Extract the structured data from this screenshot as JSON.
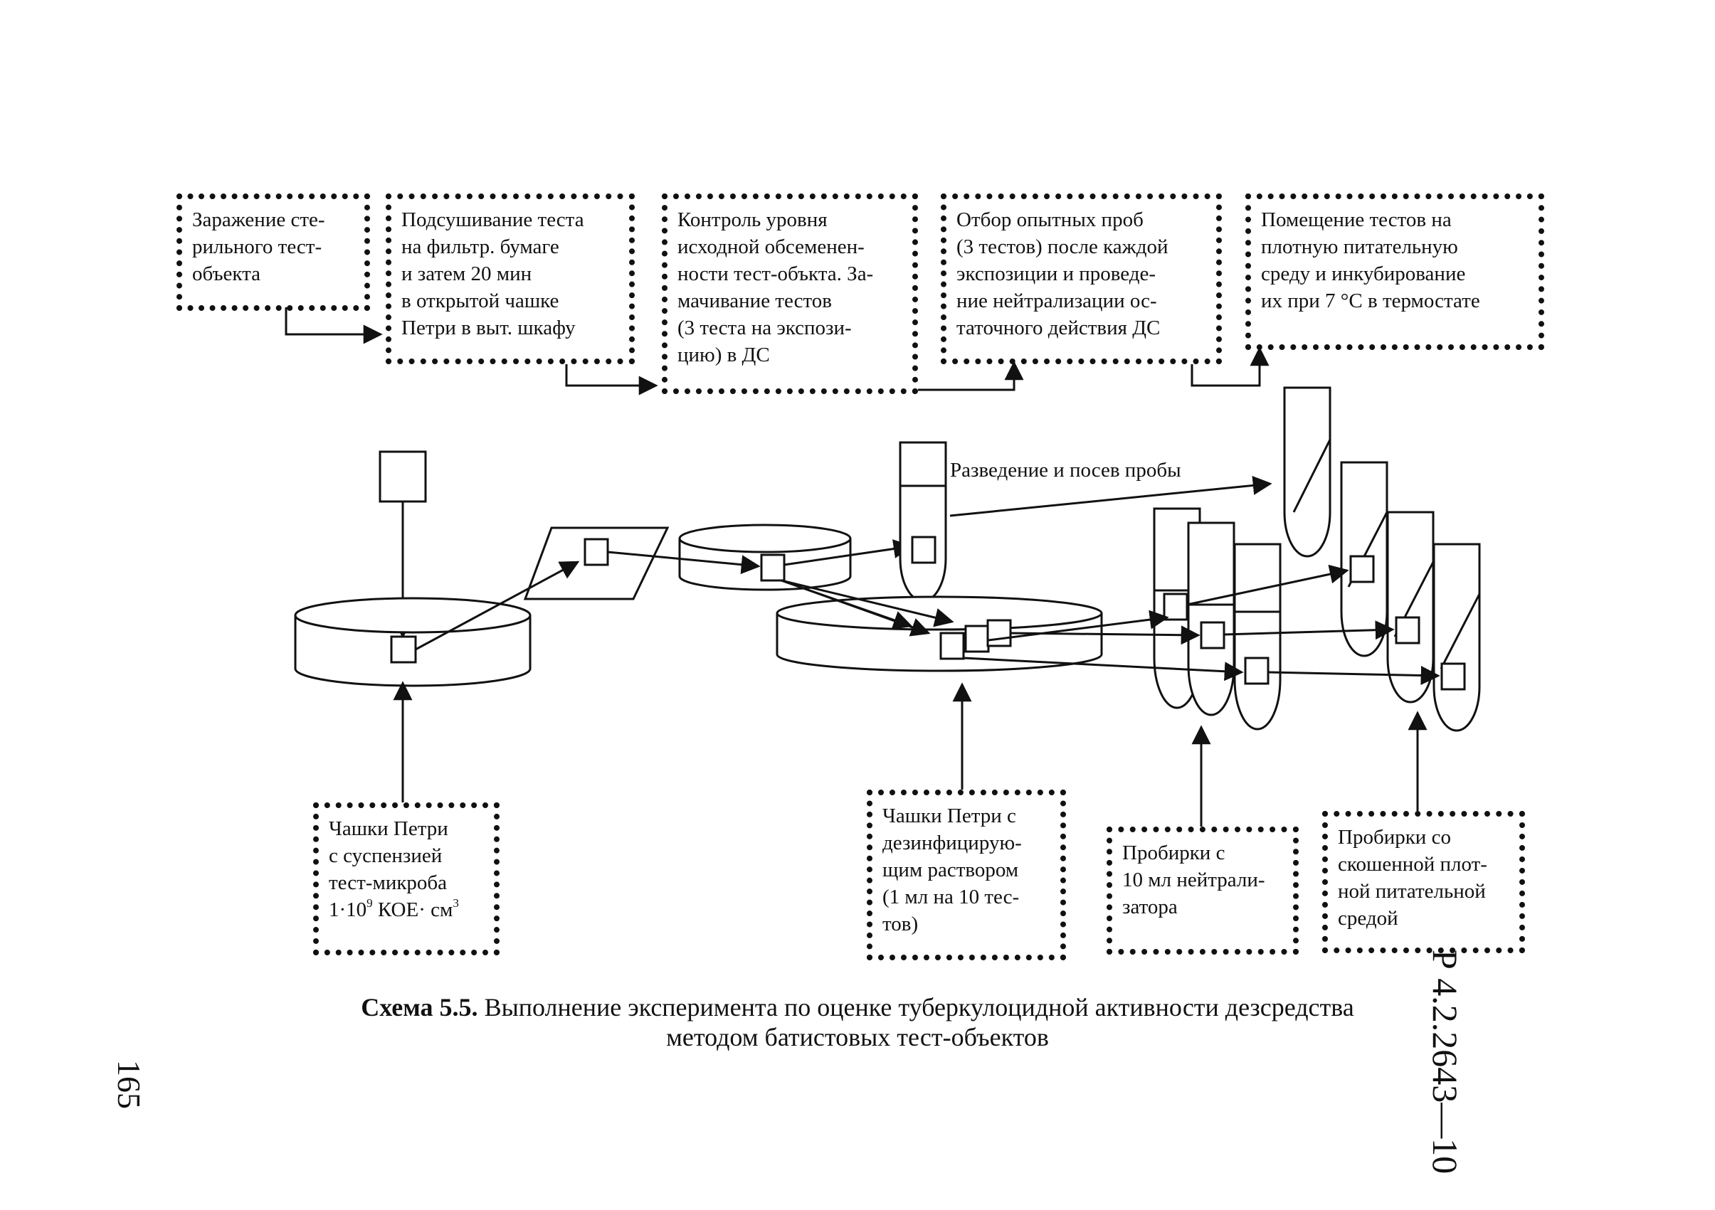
{
  "steps": [
    {
      "lines": [
        "Заражение сте-",
        "рильного тест-",
        "объекта"
      ]
    },
    {
      "lines": [
        "Подсушивание теста",
        "на фильтр. бумаге",
        "и затем 20 мин",
        "в открытой чашке",
        "Петри в выт. шкафу"
      ]
    },
    {
      "lines": [
        "Контроль уровня",
        "исходной обсеменен-",
        "ности тест-объкта. За-",
        "мачивание тестов",
        "(3 теста на экспози-",
        "цию) в ДС"
      ]
    },
    {
      "lines": [
        "Отбор опытных проб",
        "(3 тестов) после каждой",
        "экспозиции и проведе-",
        "ние нейтрализации ос-",
        "таточного действия ДС"
      ]
    },
    {
      "lines": [
        "Помещение тестов на",
        "плотную питательную",
        "среду и инкубирование",
        "их при  7 °С в термостате"
      ]
    }
  ],
  "materials": [
    {
      "lines": [
        "Чашки Петри",
        "с суспензией",
        "тест-микроба"
      ],
      "concentration": {
        "mantissa": "1·10",
        "exponent": "9",
        "unit": " КОЕ· см",
        "unit_exp": "3"
      }
    },
    {
      "lines": [
        "Чашки Петри с",
        "дезинфицирую-",
        "щим раствором",
        "(1 мл на 10 тес-",
        "тов)"
      ]
    },
    {
      "lines": [
        "Пробирки с",
        "10 мл нейтрали-",
        "затора"
      ]
    },
    {
      "lines": [
        "Пробирки  со",
        "скошенной плот-",
        "ной питательной",
        "средой"
      ]
    }
  ],
  "dilution_label": "Разведение и посев пробы",
  "caption": {
    "label": "Схема 5.5.",
    "line1": " Выполнение эксперимента по оценке туберкулоцидной активности дезсредства",
    "line2": "методом  батистовых  тест-объектов"
  },
  "document_code": "Р 4.2.2643—10",
  "page_number": "165"
}
